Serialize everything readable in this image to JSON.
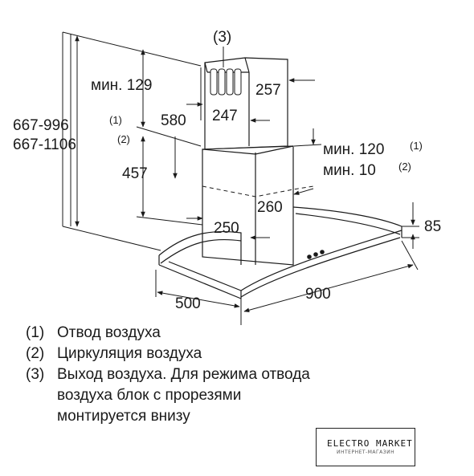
{
  "diagram": {
    "callout_3": "(3)",
    "dim_min129": "мин. 129",
    "dim_580": "580",
    "dim_667_996": "667-996",
    "dim_667_996_note": "(1)",
    "dim_667_1106": "667-1106",
    "dim_667_1106_note": "(2)",
    "dim_457": "457",
    "dim_257": "257",
    "dim_247": "247",
    "dim_min120": "мин. 120",
    "dim_min120_note": "(1)",
    "dim_min10": "мин. 10",
    "dim_min10_note": "(2)",
    "dim_260": "260",
    "dim_250": "250",
    "dim_85": "85",
    "dim_500": "500",
    "dim_900": "900"
  },
  "legend": {
    "item1_num": "(1)",
    "item1_text": "Отвод воздуха",
    "item2_num": "(2)",
    "item2_text": "Циркуляция воздуха",
    "item3_num": "(3)",
    "item3_line1": "Выход воздуха. Для режима отвода",
    "item3_line2": "воздуха блок с прорезями",
    "item3_line3": "монтируется внизу"
  },
  "logo": {
    "title": "ELECTRO MARKET",
    "subtitle": "ИНТЕРНЕТ-МАГАЗИН"
  }
}
